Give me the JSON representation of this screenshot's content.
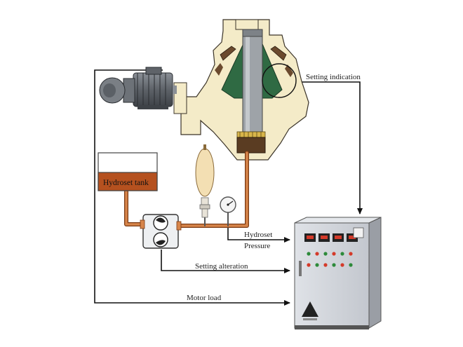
{
  "labels": {
    "setting_indication": "Setting indication",
    "hydroset_tank": "Hydroset tank",
    "hydroset": "Hydroset",
    "pressure": "Pressure",
    "setting_alteration": "Setting alteration",
    "motor_load": "Motor load"
  },
  "colors": {
    "crusher_body": "#f4ebc8",
    "mantle": "#2f6a43",
    "pipe": "#c8733b",
    "tank_fill": "#b5511f",
    "cabinet": "#c9cdd4",
    "line": "#111111"
  },
  "icons": [
    "motor-icon",
    "pressure-gauge-icon",
    "accumulator-icon",
    "pump-icon",
    "control-cabinet-icon"
  ]
}
